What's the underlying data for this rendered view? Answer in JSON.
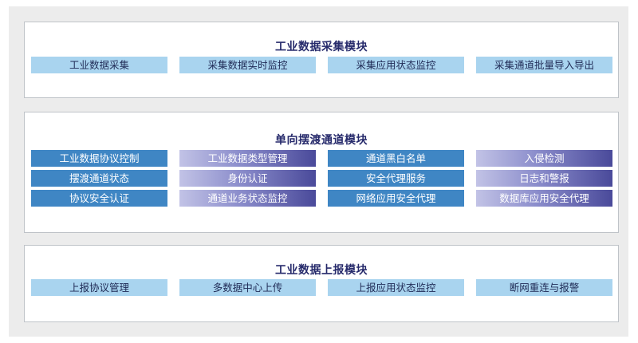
{
  "modules": [
    {
      "title": "工业数据采集模块",
      "items": [
        "工业数据采集",
        "采集数据实时监控",
        "采集应用状态监控",
        "采集通道批量导入导出"
      ]
    },
    {
      "title": "单向摆渡通道模块",
      "columns": [
        [
          "工业数据协议控制",
          "摆渡通道状态",
          "协议安全认证"
        ],
        [
          "工业数据类型管理",
          "身份认证",
          "通道业务状态监控"
        ],
        [
          "通道黑白名单",
          "安全代理服务",
          "网络应用安全代理"
        ],
        [
          "入侵检测",
          "日志和警报",
          "数据库应用安全代理"
        ]
      ]
    },
    {
      "title": "工业数据上报模块",
      "items": [
        "上报协议管理",
        "多数据中心上传",
        "上报应用状态监控",
        "断网重连与报警"
      ]
    }
  ],
  "colors": {
    "background": "#ececec",
    "title": "#262a6b",
    "light_box": "#a9d4ef",
    "blue_box": "#3f86c4",
    "gradient_start": "#c2c3e6",
    "gradient_end": "#4a4a9a"
  }
}
